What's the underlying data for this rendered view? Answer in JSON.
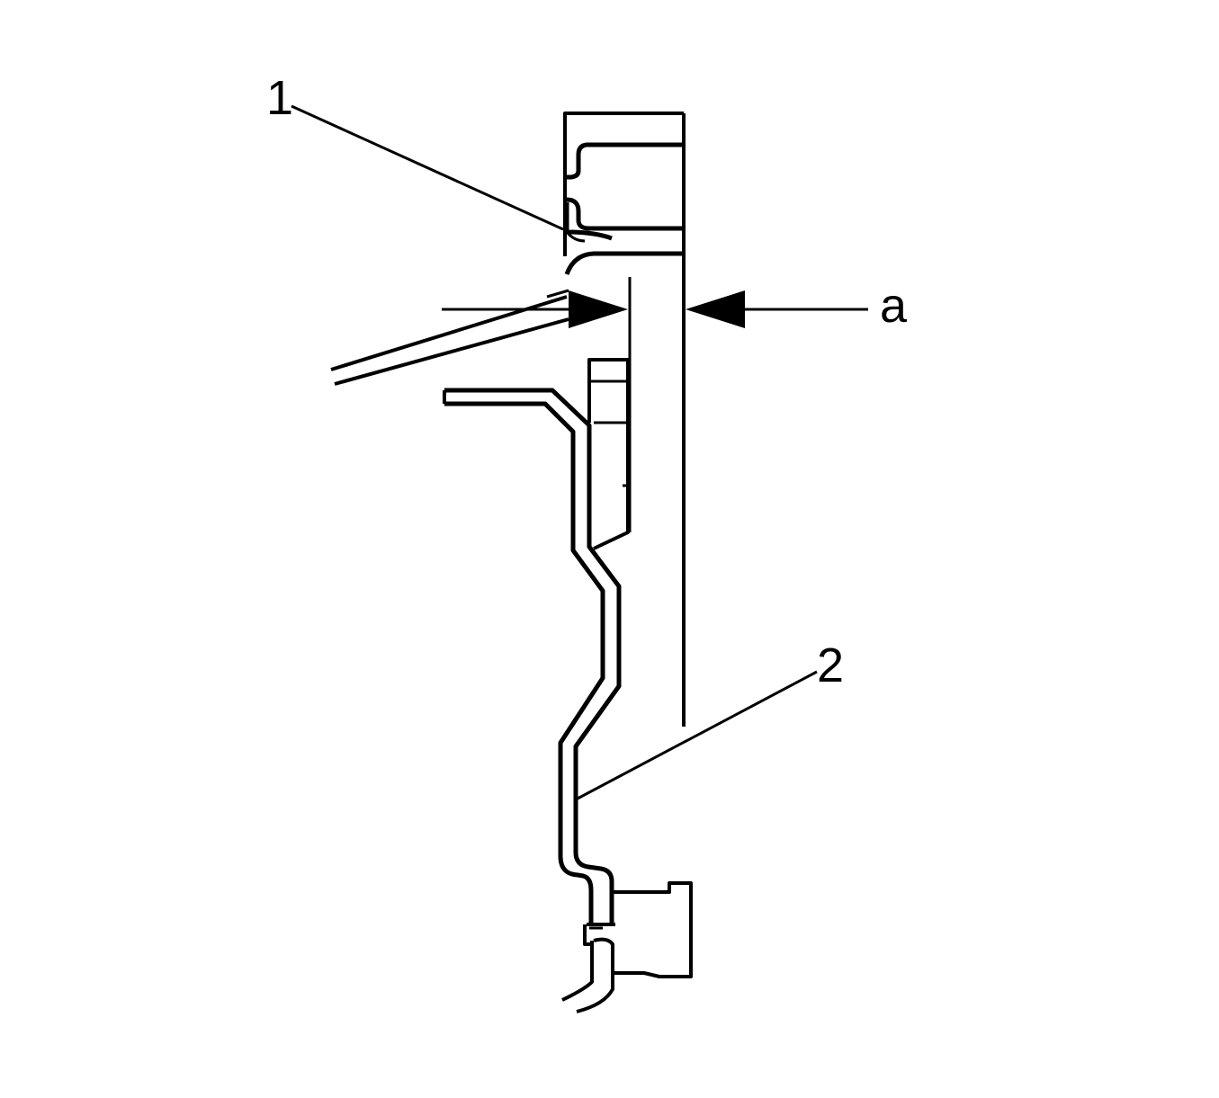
{
  "diagram": {
    "callouts": {
      "one": "1",
      "two": "2",
      "a": "a"
    },
    "colors": {
      "line": "#000000",
      "background": "#ffffff"
    }
  }
}
